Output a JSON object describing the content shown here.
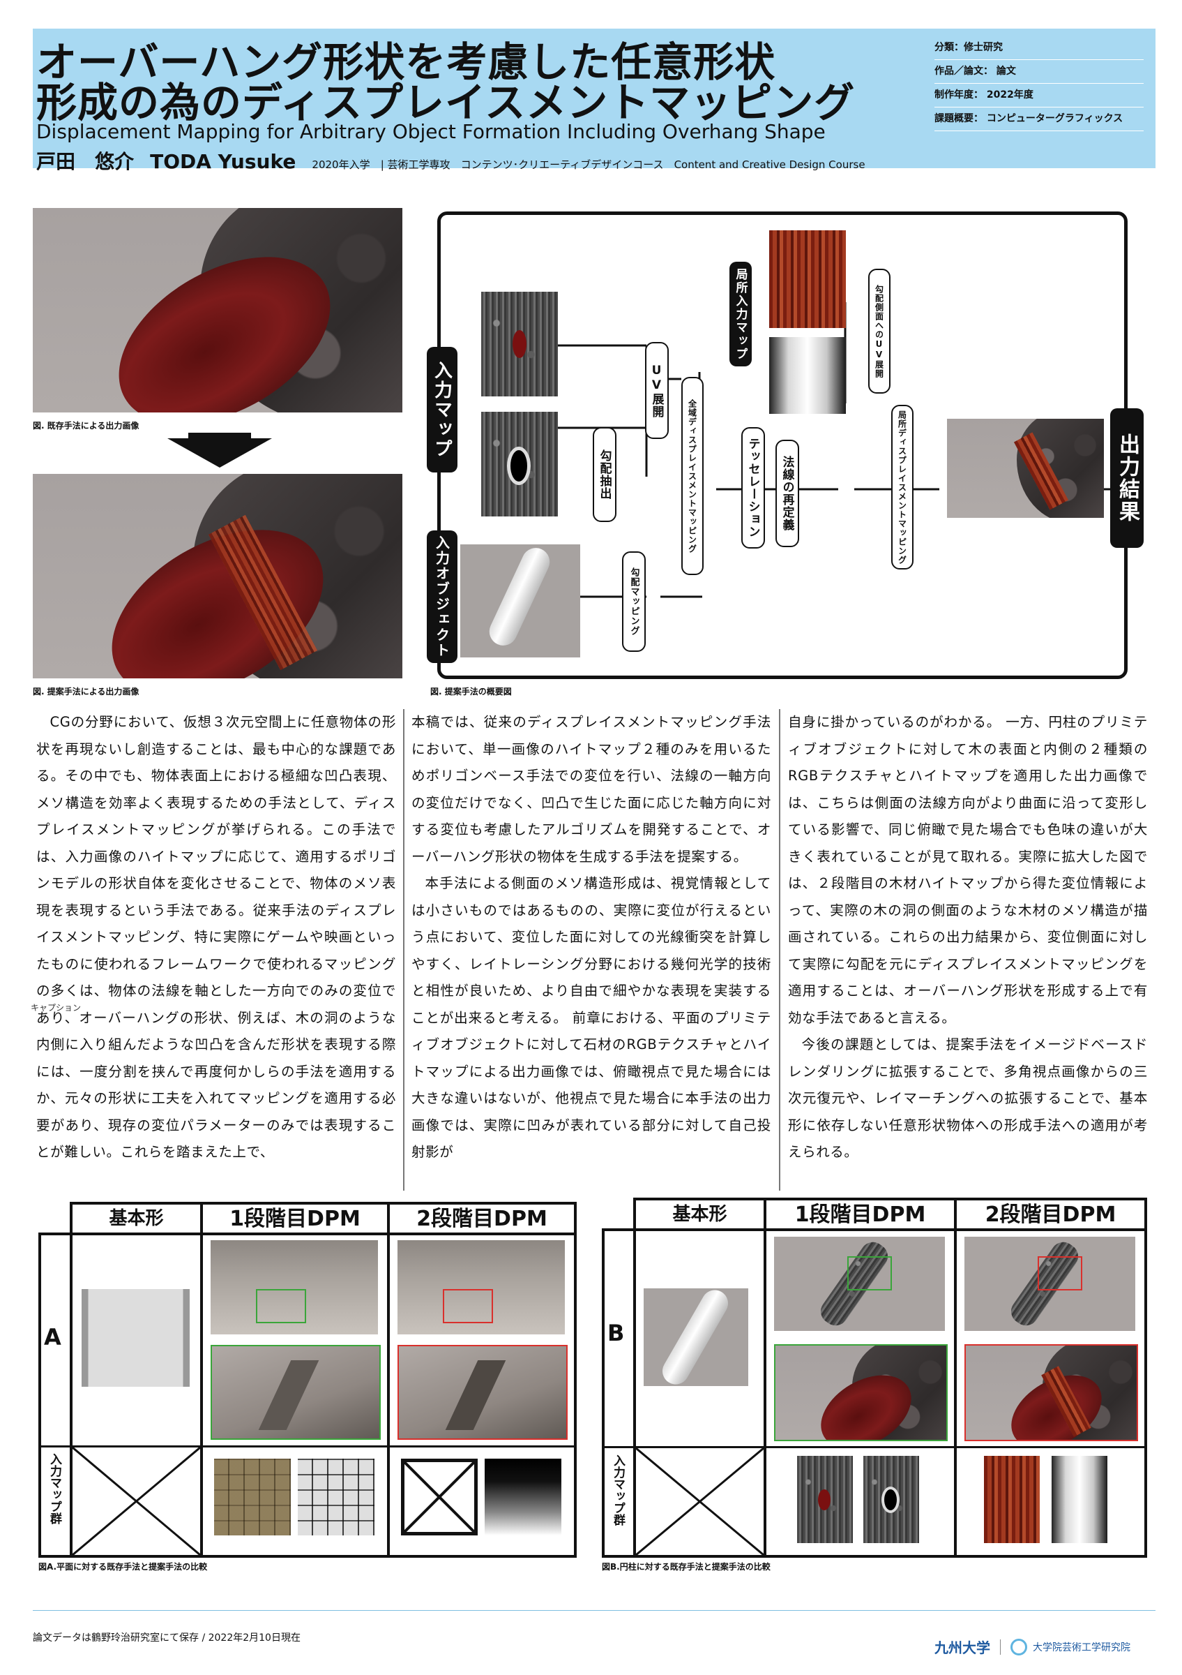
{
  "header": {
    "title_line1": "オーバーハング形状を考慮した任意形状",
    "title_line2": "形成の為のディスプレイスメントマッピング",
    "title_en": "Displacement Mapping for Arbitrary Object Formation Including Overhang Shape",
    "author_jp": "戸田　悠介",
    "author_en": "TODA Yusuke",
    "enrollment": "2020年入学",
    "major": "|  芸術工学専攻",
    "course_jp": "コンテンツ･クリエーティブデザインコース",
    "course_en": "Content and Creative Design Course",
    "meta": [
      "分類：修士研究",
      "作品／論文：  論文",
      "制作年度：  2022年度",
      "課題概要：  コンピューターグラフィックス"
    ]
  },
  "figures": {
    "existing_caption": "図. 既存手法による出力画像",
    "proposed_caption": "図. 提案手法による出力画像",
    "overview_caption": "図. 提案手法の概要図"
  },
  "diagram": {
    "input_map": "入力マップ",
    "input_object": "入力オブジェクト",
    "output": "出力結果",
    "local_input_map": "局所入力マップ",
    "uv_expand": "UV展開",
    "gradient_extract": "勾配抽出",
    "gradient_mapping": "勾配マッピング",
    "global_dpm": "全域ディスプレイスメントマッピング",
    "tessellation": "テッセレーション",
    "normal_redefine": "法線の再定義",
    "gradient_side_uv": "勾配側面へのUV展開",
    "local_dpm": "局所ディスプレイスメントマッピング"
  },
  "body": {
    "col1_p1": "CGの分野において、仮想３次元空間上に任意物体の形状を再現ないし創造することは、最も中心的な課題である。その中でも、物体表面上における極細な凹凸表現、メソ構造を効率よく表現するための手法として、ディスプレイスメントマッピングが挙げられる。この手法では、入力画像のハイトマップに応じて、適用するポリゴンモデルの形状自体を変化させることで、物体のメソ表現を表現するという手法である。従来手法のディスプレイスメントマッピング、特に実際にゲームや映画といったものに使われるフレームワークで使われるマッピングの多くは、物体の法線を軸とした一方向でのみの変位であり、オーバーハングの形状、例えば、木の洞のような内側に入り組んだような凹凸を含んだ形状を表現する際には、一度分割を挟んで再度何かしらの手法を適用するか、元々の形状に工夫を入れてマッピングを適用する必要があり、現存の変位パラメーターのみでは表現することが難しい。これらを踏まえた上で、",
    "col2_p1": "本稿では、従来のディスプレイスメントマッピング手法において、単一画像のハイトマップ２種のみを用いるためポリゴンベース手法での変位を行い、法線の一軸方向の変位だけでなく、凹凸で生じた面に応じた軸方向に対する変位も考慮したアルゴリズムを開発することで、オーバーハング形状の物体を生成する手法を提案する。",
    "col2_p2": "本手法による側面のメソ構造形成は、視覚情報としては小さいものではあるものの、実際に変位が行えるという点において、変位した面に対しての光線衝突を計算しやすく、レイトレーシング分野における幾何光学的技術と相性が良いため、より自由で細やかな表現を実装することが出来ると考える。 前章における、平面のプリミティブオブジェクトに対して石材のRGBテクスチャとハイトマップによる出力画像では、俯瞰視点で見た場合には大きな違いはないが、他視点で見た場合に本手法の出力画像では、実際に凹みが表れている部分に対して自己投射影が",
    "col3_p1": "自身に掛かっているのがわかる。 一方、円柱のプリミティブオブジェクトに対して木の表面と内側の２種類のRGBテクスチャとハイトマップを適用した出力画像では、こちらは側面の法線方向がより曲面に沿って変形している影響で、同じ俯瞰で見た場合でも色味の違いが大きく表れていることが見て取れる。実際に拡大した図では、２段階目の木材ハイトマップから得た変位情報によって、実際の木の洞の側面のような木材のメソ構造が描画されている。これらの出力結果から、変位側面に対して実際に勾配を元にディスプレイスメントマッピングを適用することは、オーバーハング形状を形成する上で有効な手法であると言える。",
    "col3_p2": "今後の課題としては、提案手法をイメージドベースドレンダリングに拡張することで、多角視点画像からの三次元復元や、レイマーチングへの拡張することで、基本形に依存しない任意形状物体への形成手法への適用が考えられる。",
    "stray_label": "キャプション"
  },
  "tableA": {
    "h_basic": "基本形",
    "h_dpm1": "1段階目DPM",
    "h_dpm2": "2段階目DPM",
    "row_label": "A",
    "maps_label": "入力マップ群",
    "caption": "図A.平面に対する既存手法と提案手法の比較"
  },
  "tableB": {
    "h_basic": "基本形",
    "h_dpm1": "1段階目DPM",
    "h_dpm2": "2段階目DPM",
    "row_label": "B",
    "maps_label": "入力マップ群",
    "caption": "図B.円柱に対する既存手法と提案手法の比較"
  },
  "footer": {
    "note": "論文データは鶴野玲治研究室にて保存 / 2022年2月10日現在",
    "university": "九州大学",
    "school": "大学院芸術工学研究院"
  },
  "colors": {
    "header_bg": "#a8d9f2",
    "highlight_green": "#3aa53a",
    "highlight_red": "#d9302c",
    "cavity_red": "#7d1b1b"
  }
}
